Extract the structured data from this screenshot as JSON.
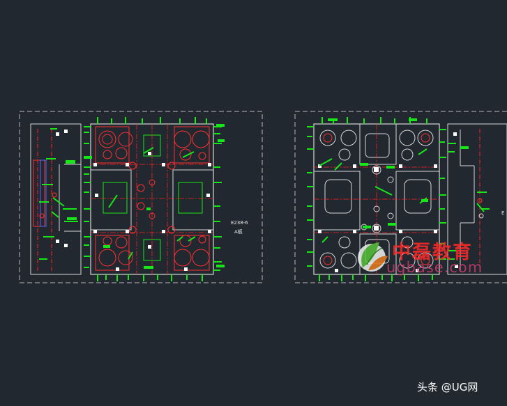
{
  "drawing": {
    "plate_code": "E238-6",
    "plate_name": "A板",
    "edge_code": "E",
    "colors": {
      "background": "#212830",
      "outline": "#d8d8d8",
      "border_dashed": "#b9b9b9",
      "centerline": "#ff2020",
      "dimension": "#19e619",
      "hole": "#ff3030",
      "marker": "#ffffff",
      "blue": "#4a6bff"
    }
  },
  "watermark": {
    "chinese": "中磊教育",
    "url": "ugbase.com",
    "logo_icon": "leaf-logo-icon"
  },
  "credit": {
    "text": "头条 @UG网"
  }
}
